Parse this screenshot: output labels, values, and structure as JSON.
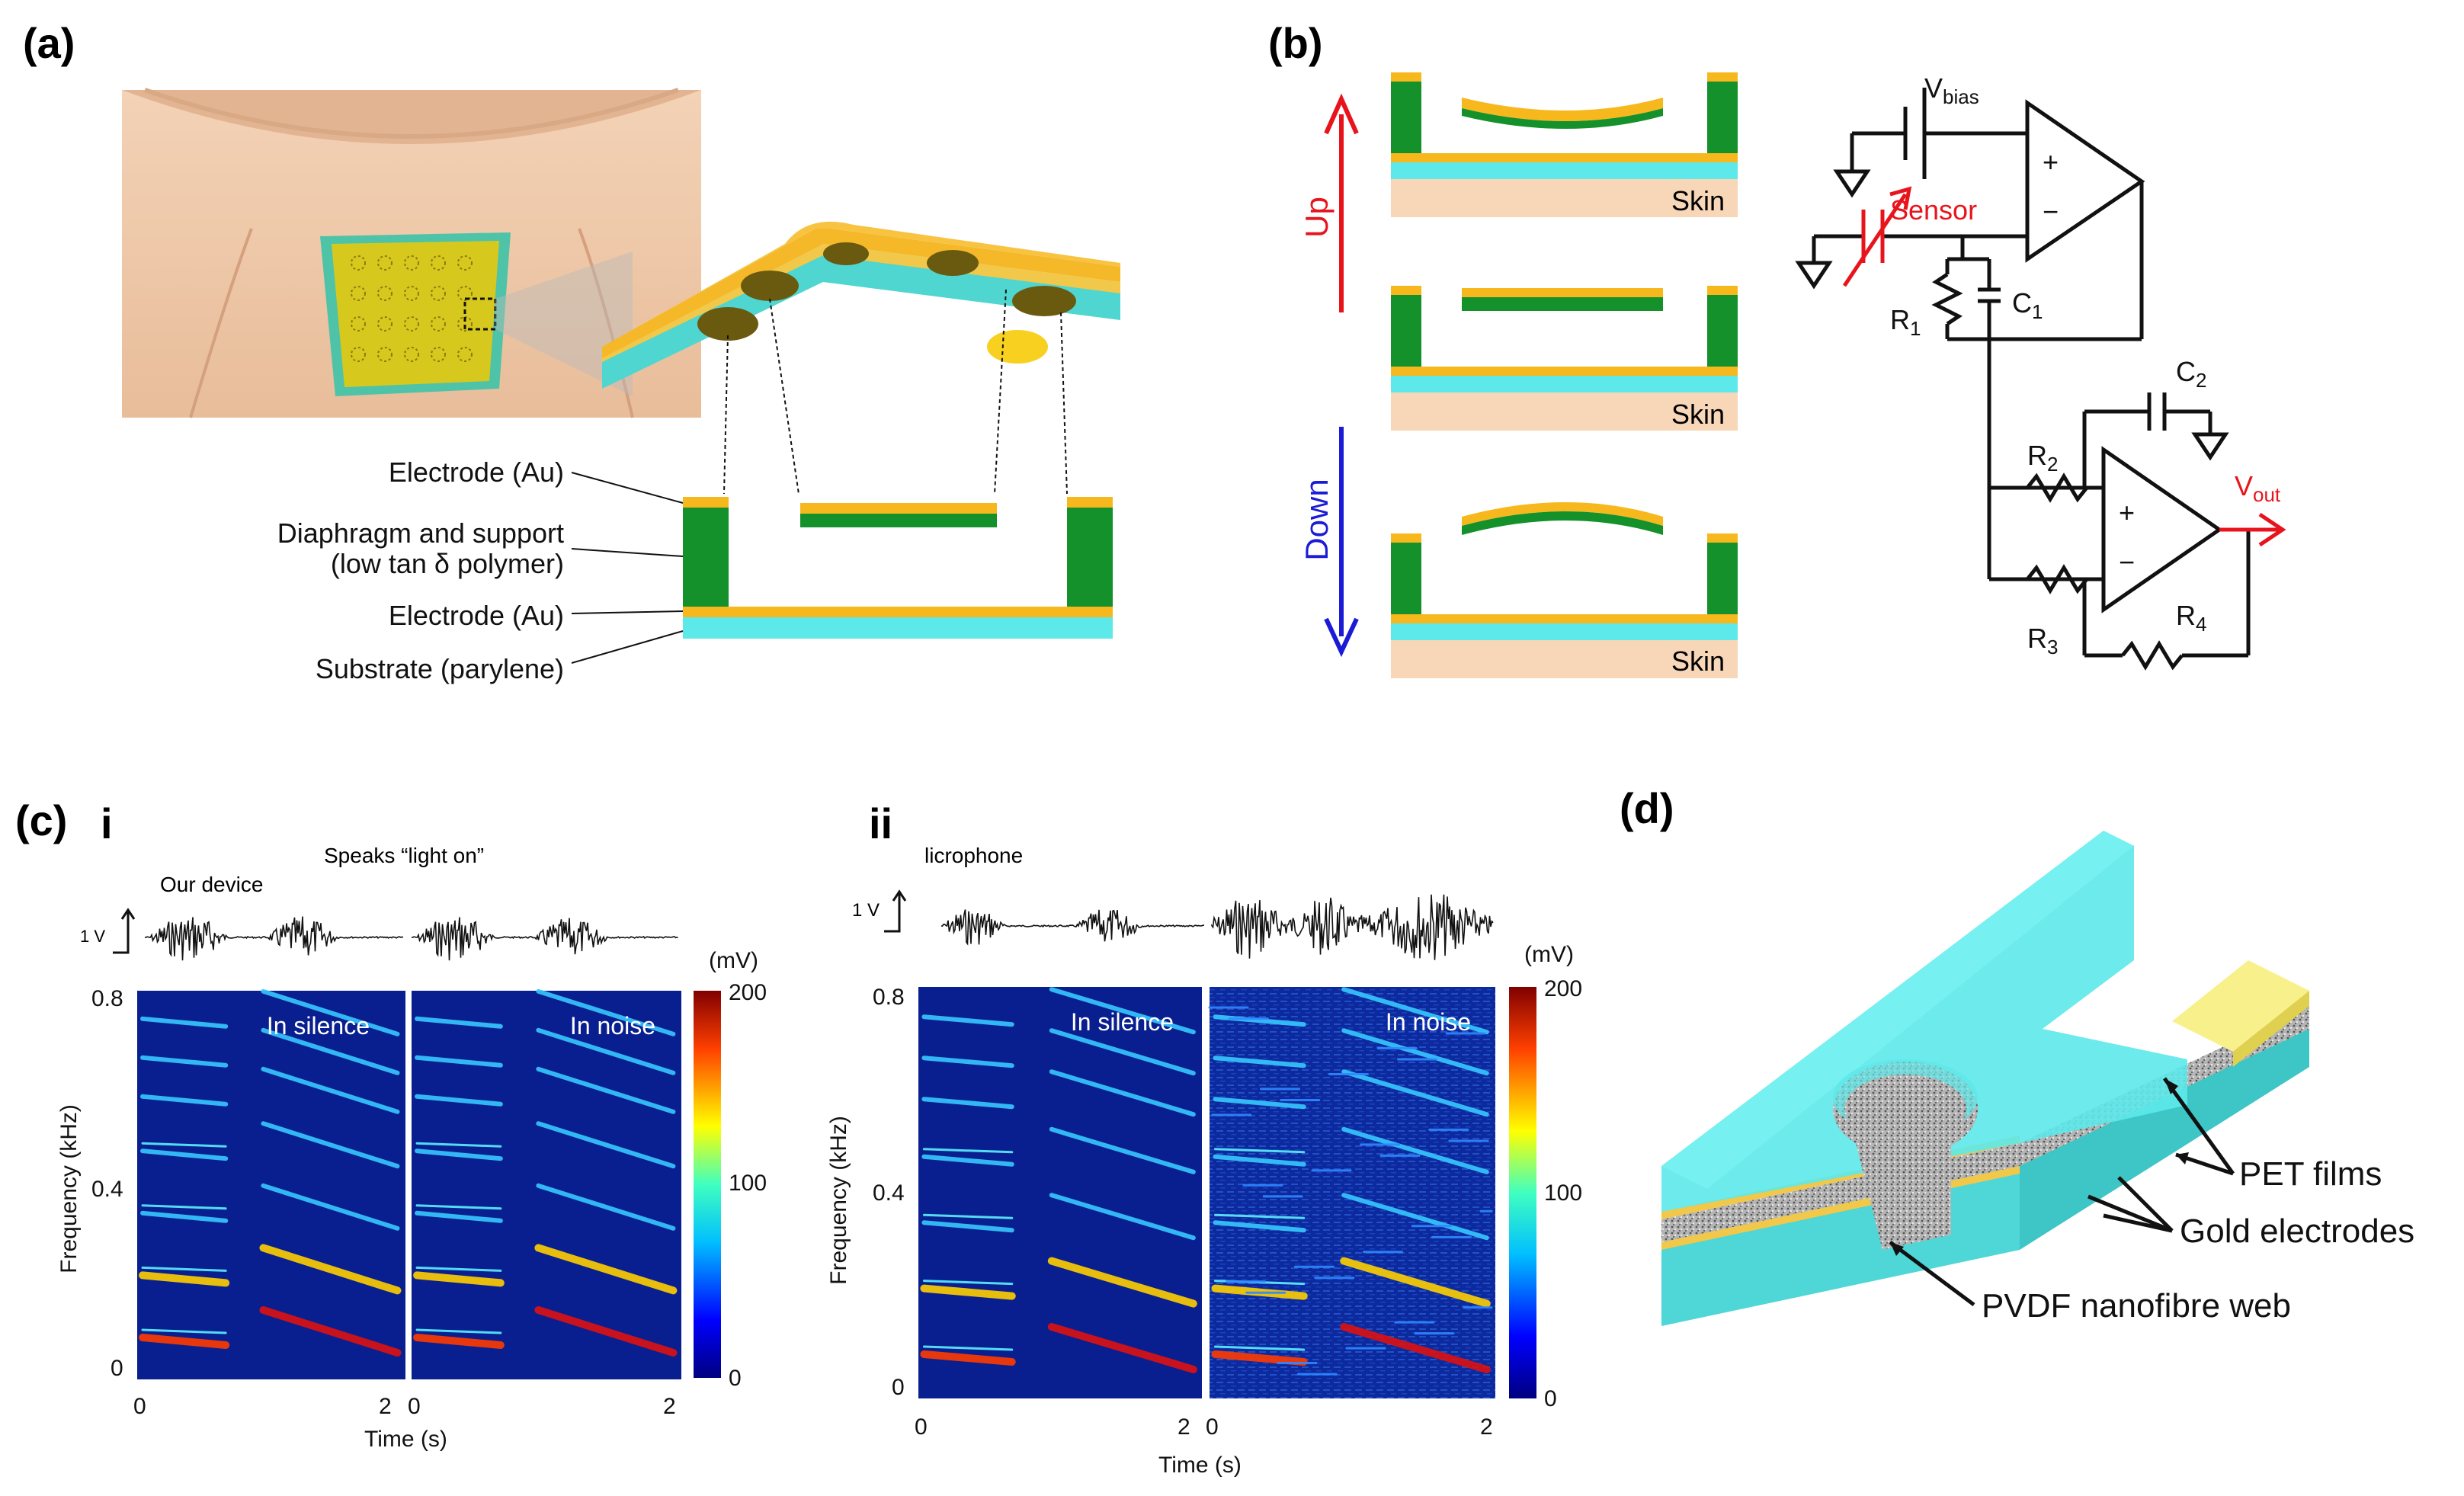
{
  "panels": {
    "a": "(a)",
    "b": "(b)",
    "c": "(c)",
    "d": "(d)"
  },
  "panel_a": {
    "labels": [
      "Electrode (Au)",
      "Diaphragm and support",
      "(low tan δ polymer)",
      "Electrode (Au)",
      "Substrate (parylene)"
    ]
  },
  "panel_b": {
    "up_label": "Up",
    "down_label": "Down",
    "skin_label": "Skin",
    "circuit": {
      "vbias": "V",
      "vbias_sub": "bias",
      "sensor": "Sensor",
      "plus": "+",
      "minus": "−",
      "r1": "R",
      "r1_sub": "1",
      "c1": "C",
      "c1_sub": "1",
      "c2": "C",
      "c2_sub": "2",
      "r2": "R",
      "r2_sub": "2",
      "r3": "R",
      "r3_sub": "3",
      "r4": "R",
      "r4_sub": "4",
      "vout": "V",
      "vout_sub": "out"
    }
  },
  "panel_c": {
    "sub_i": "i",
    "sub_ii": "ii",
    "speaks": "Speaks “light on”",
    "our_device": "Our device",
    "microphone": "licrophone",
    "scale_bar": "1 V",
    "in_silence": "In silence",
    "in_noise": "In noise",
    "ylabel": "Frequency (kHz)",
    "xlabel": "Time (s)",
    "colorbar_unit": "(mV)",
    "y_ticks": [
      "0.8",
      "0.4",
      "0"
    ],
    "x_ticks": [
      "0",
      "2",
      "0",
      "2"
    ],
    "colorbar_ticks": [
      "200",
      "100",
      "0"
    ]
  },
  "panel_d": {
    "labels": [
      "PET films",
      "Gold electrodes",
      "PVDF nanofibre web"
    ]
  },
  "colors": {
    "gold": "#f7b81e",
    "green": "#14912a",
    "cyan": "#5de8ea",
    "skin": "#f8d6b8",
    "red": "#e8141c",
    "blue": "#1b1bd6",
    "spec_bg": "#0a1f8f"
  }
}
